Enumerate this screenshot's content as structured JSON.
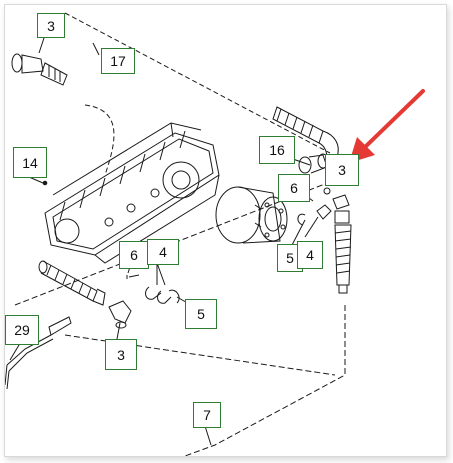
{
  "callouts": [
    {
      "id": "c3-top-left",
      "label": "3"
    },
    {
      "id": "c17",
      "label": "17"
    },
    {
      "id": "c14",
      "label": "14"
    },
    {
      "id": "c16",
      "label": "16"
    },
    {
      "id": "c3-right",
      "label": "3"
    },
    {
      "id": "c6-right",
      "label": "6"
    },
    {
      "id": "c5-right",
      "label": "5"
    },
    {
      "id": "c4-right",
      "label": "4"
    },
    {
      "id": "c6-left",
      "label": "6"
    },
    {
      "id": "c4-left",
      "label": "4"
    },
    {
      "id": "c5-left",
      "label": "5"
    },
    {
      "id": "c29",
      "label": "29"
    },
    {
      "id": "c3-bottom",
      "label": "3"
    },
    {
      "id": "c7",
      "label": "7"
    }
  ],
  "highlight": {
    "target": "c3-right",
    "arrow_color": "#e53935"
  },
  "colors": {
    "callout_border": "#2e7d32",
    "line_art": "#1a1a1a"
  }
}
